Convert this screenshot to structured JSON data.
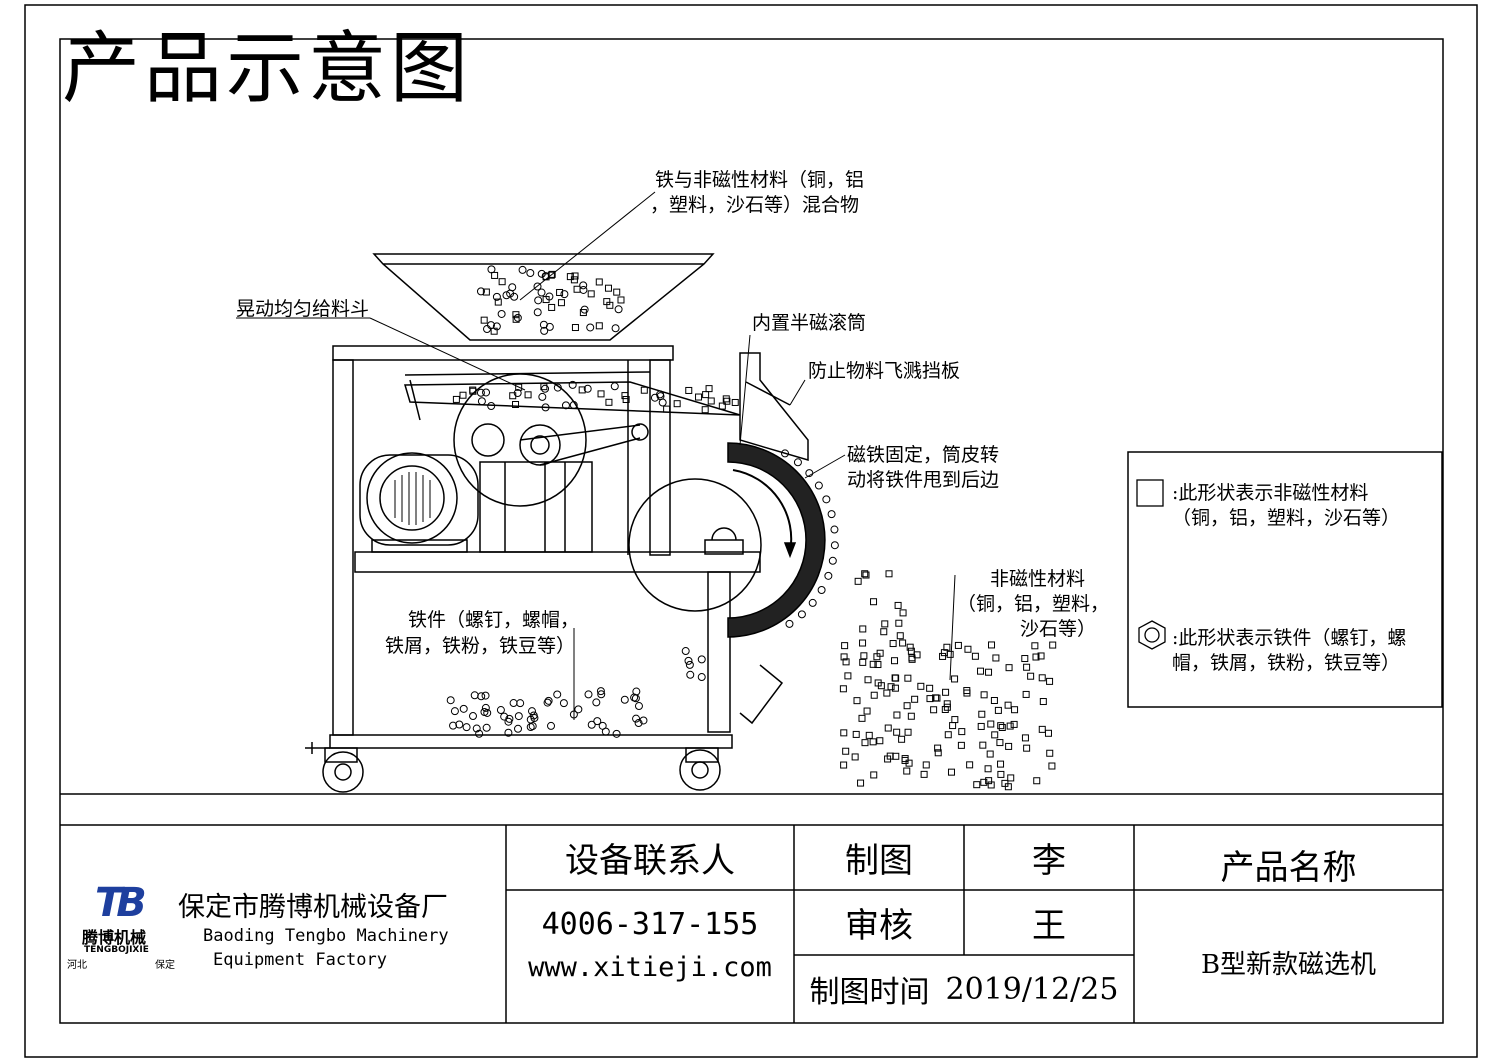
{
  "title": "产品示意图",
  "labels": {
    "mixture_line1": "铁与非磁性材料（铜，铝",
    "mixture_line2": "，塑料，沙石等）混合物",
    "hopper": "晃动均匀给料斗",
    "drum": "内置半磁滚筒",
    "baffle": "防止物料飞溅挡板",
    "magnet_line1": "磁铁固定，筒皮转",
    "magnet_line2": "动将铁件甩到后边",
    "nonmag_line1": "非磁性材料",
    "nonmag_line2": "（铜，铝，塑料，",
    "nonmag_line3": "沙石等）",
    "iron_line1": "铁件（螺钉，螺帽，",
    "iron_line2": "铁屑，铁粉，铁豆等）"
  },
  "legend": {
    "square_line1": ":此形状表示非磁性材料",
    "square_line2": "（铜，铝，塑料，沙石等）",
    "nut_line1": ":此形状表示铁件（螺钉，螺",
    "nut_line2": "帽，铁屑，铁粉，铁豆等）"
  },
  "title_block": {
    "company_cn": "保定市腾博机械设备厂",
    "company_en_line1": "Baoding Tengbo Machinery",
    "company_en_line2": "Equipment Factory",
    "logo_cn": "腾博机械",
    "logo_en": "TENGBOJIXIE",
    "logo_left": "河北",
    "logo_right": "保定",
    "contact_label": "设备联系人",
    "phone": "4006-317-155",
    "website": "www.xitieji.com",
    "drawn_label": "制图",
    "drawn_by": "李",
    "review_label": "审核",
    "reviewed_by": "王",
    "date_label": "制图时间",
    "date": "2019/12/25",
    "product_label": "产品名称",
    "product_name": "B型新款磁选机"
  },
  "colors": {
    "ink": "#000000",
    "logo_blue": "#1e3f9e",
    "paper": "#ffffff"
  }
}
